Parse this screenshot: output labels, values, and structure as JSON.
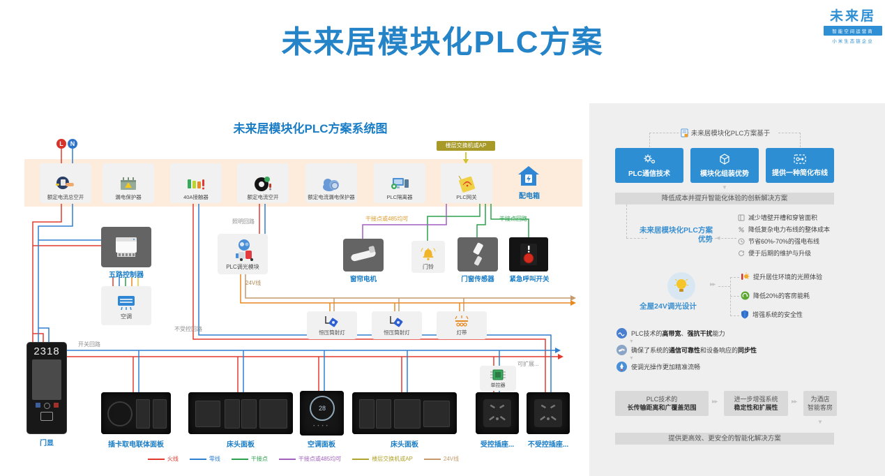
{
  "page": {
    "title": "未来居模块化PLC方案"
  },
  "logo": {
    "name": "未来居",
    "badge": "智能空间运营商",
    "tagline": "小米生态链企业"
  },
  "colors": {
    "accent_blue": "#2583c7",
    "pillar_blue": "#2d8ed3",
    "band_peach": "#fdecdc",
    "live": "#e23a2e",
    "neutral": "#2f7fd1",
    "dry_contact": "#2ba14d",
    "dry_485": "#a15fc0",
    "switch_ap": "#b0a42c",
    "v24_tan": "#c49a6c",
    "v24_orange": "#e8891f"
  },
  "diagram": {
    "title": "未来居模块化PLC方案系统图",
    "live_marker": "L",
    "neutral_marker": "N",
    "ap_tag": "楼层交换机或AP",
    "breakers": [
      {
        "label": "额定电流总空开"
      },
      {
        "label": "漏电保护器"
      },
      {
        "label": "40A接触器"
      },
      {
        "label": "额定电流空开"
      },
      {
        "label": "额定电流漏电保护器"
      },
      {
        "label": "PLC隔离器"
      },
      {
        "label": "PLC网关"
      },
      {
        "label": "配电箱"
      }
    ],
    "devices": {
      "five_way_controller": "五路控制器",
      "air_conditioner": "空调",
      "plc_dimmer": "PLC调光模块",
      "curtain_motor": "窗帘电机",
      "doorbell": "门铃",
      "door_window_sensor": "门窗传感器",
      "emergency_switch": "紧急呼叫开关",
      "downlight1": "恒压筒射灯",
      "downlight2": "恒压筒射灯",
      "light_strip": "灯带",
      "single_controller": "单控器",
      "door_display": {
        "label": "门显",
        "room_number": "2318"
      },
      "ac_panel_value": "28"
    },
    "panels": [
      {
        "label": "插卡取电联体面板"
      },
      {
        "label": "床头面板"
      },
      {
        "label": "空调面板"
      },
      {
        "label": "床头面板"
      },
      {
        "label": "受控插座..."
      },
      {
        "label": "不受控插座..."
      }
    ],
    "wire_labels": {
      "lighting": "照明回路",
      "v24": "24V线",
      "uncontrolled": "不受控回路",
      "switch_loop": "开关回路",
      "expandable": "可扩展...",
      "dry_485": "干接点或485均可",
      "dry_loop": "干接点回路"
    },
    "legend": [
      {
        "label": "火线",
        "color": "#e23a2e"
      },
      {
        "label": "零线",
        "color": "#2f7fd1"
      },
      {
        "label": "干接点",
        "color": "#2ba14d"
      },
      {
        "label": "干接点或485均可",
        "color": "#a15fc0"
      },
      {
        "label": "楼层交换机或AP",
        "color": "#b0a42c"
      },
      {
        "label": "24V线",
        "color": "#c49a6c"
      }
    ]
  },
  "panel": {
    "header": "未来居模块化PLC方案基于",
    "pillars": [
      {
        "label": "PLC通信技术"
      },
      {
        "label": "模块化组装优势"
      },
      {
        "label": "提供一种简化布线"
      }
    ],
    "summary": "降低成本并提升智能化体验的创新解决方案",
    "advantages": {
      "title_line1": "未来居模块化PLC方案",
      "title_line2": "优势",
      "items": [
        {
          "text": "减少墙壁开槽和穿管面积"
        },
        {
          "text": "降低复杂电力布线的整体成本"
        },
        {
          "text": "节省60%-70%的强电布线"
        },
        {
          "text": "便于后期的维护与升级"
        }
      ]
    },
    "dimming": {
      "title": "全屋24V调光设计",
      "items": [
        {
          "text": "提升居住环境的光照体验"
        },
        {
          "text": "降低20%的客房能耗"
        },
        {
          "text": "增强系统的安全性"
        }
      ]
    },
    "plc_points": [
      {
        "pre": "PLC技术的",
        "b1": "高带宽",
        "mid": "、",
        "b2": "强抗干扰",
        "post": "能力"
      },
      {
        "pre": "确保了系统的",
        "b1": "通信可靠性",
        "mid": "和设备响应的",
        "b2": "同步性",
        "post": ""
      },
      {
        "pre": "使调光操作更加精准流畅",
        "b1": "",
        "mid": "",
        "b2": "",
        "post": ""
      }
    ],
    "flow": [
      {
        "line1": "PLC技术的",
        "line2": "长传输距离和广覆盖范围"
      },
      {
        "line1": "进一步增强系统",
        "line2": "稳定性和扩展性"
      },
      {
        "line1": "为酒店",
        "line2": "智能客房"
      }
    ],
    "footer": "提供更高效、更安全的智能化解决方案"
  }
}
